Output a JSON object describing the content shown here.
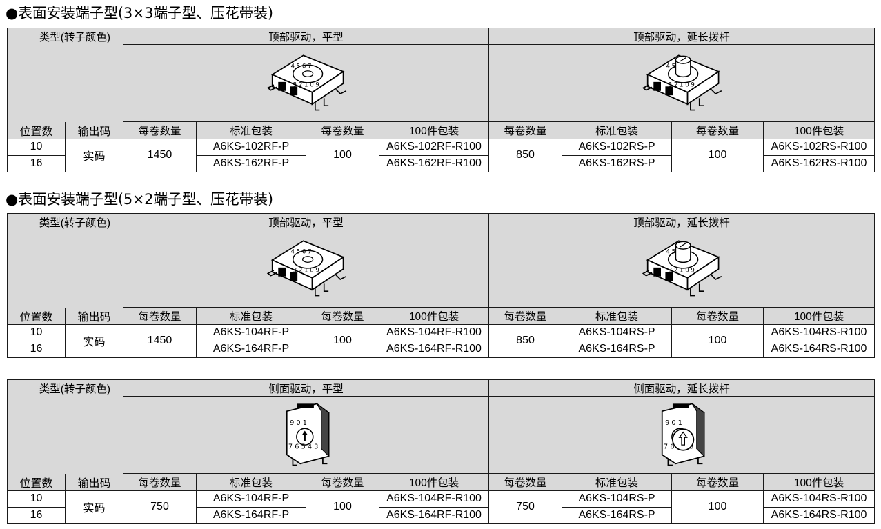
{
  "sections": [
    {
      "title": "●表面安装端子型(3×3端子型、压花带装)",
      "type_label": "类型(转子颜色)",
      "group_left": "顶部驱动，平型",
      "group_right": "顶部驱动，延长拨杆",
      "headers": [
        "位置数",
        "输出码",
        "每卷数量",
        "标准包装",
        "每卷数量",
        "100件包装",
        "每卷数量",
        "标准包装",
        "每卷数量",
        "100件包装"
      ],
      "positions": [
        "10",
        "16"
      ],
      "output_code": "实码",
      "left_std_qty": "1450",
      "left_std_models": [
        "A6KS-102RF-P",
        "A6KS-162RF-P"
      ],
      "left_pack_qty": "100",
      "left_pack_models": [
        "A6KS-102RF-R100",
        "A6KS-162RF-R100"
      ],
      "right_std_qty": "850",
      "right_std_models": [
        "A6KS-102RS-P",
        "A6KS-162RS-P"
      ],
      "right_pack_qty": "100",
      "right_pack_models": [
        "A6KS-102RS-R100",
        "A6KS-162RS-R100"
      ],
      "img_left": "top-actuated-flat-3x3-switch",
      "img_right": "top-actuated-extended-knob-3x3-switch"
    },
    {
      "title": "●表面安装端子型(5×2端子型、压花带装)",
      "type_label": "类型(转子颜色)",
      "group_left": "顶部驱动，平型",
      "group_right": "顶部驱动，延长拨杆",
      "headers": [
        "位置数",
        "输出码",
        "每卷数量",
        "标准包装",
        "每卷数量",
        "100件包装",
        "每卷数量",
        "标准包装",
        "每卷数量",
        "100件包装"
      ],
      "positions": [
        "10",
        "16"
      ],
      "output_code": "实码",
      "left_std_qty": "1450",
      "left_std_models": [
        "A6KS-104RF-P",
        "A6KS-164RF-P"
      ],
      "left_pack_qty": "100",
      "left_pack_models": [
        "A6KS-104RF-R100",
        "A6KS-164RF-R100"
      ],
      "right_std_qty": "850",
      "right_std_models": [
        "A6KS-104RS-P",
        "A6KS-164RS-P"
      ],
      "right_pack_qty": "100",
      "right_pack_models": [
        "A6KS-104RS-R100",
        "A6KS-164RS-R100"
      ],
      "img_left": "top-actuated-flat-5x2-switch",
      "img_right": "top-actuated-extended-knob-5x2-switch"
    },
    {
      "title": "",
      "type_label": "类型(转子颜色)",
      "group_left": "侧面驱动，平型",
      "group_right": "侧面驱动，延长拨杆",
      "headers": [
        "位置数",
        "输出码",
        "每卷数量",
        "标准包装",
        "每卷数量",
        "100件包装",
        "每卷数量",
        "标准包装",
        "每卷数量",
        "100件包装"
      ],
      "positions": [
        "10",
        "16"
      ],
      "output_code": "实码",
      "left_std_qty": "750",
      "left_std_models": [
        "A6KS-104RF-P",
        "A6KS-164RF-P"
      ],
      "left_pack_qty": "100",
      "left_pack_models": [
        "A6KS-104RF-R100",
        "A6KS-164RF-R100"
      ],
      "right_std_qty": "750",
      "right_std_models": [
        "A6KS-104RS-P",
        "A6KS-164RS-P"
      ],
      "right_pack_qty": "100",
      "right_pack_models": [
        "A6KS-104RS-R100",
        "A6KS-164RS-R100"
      ],
      "img_left": "side-actuated-flat-switch",
      "img_right": "side-actuated-extended-knob-switch"
    }
  ],
  "colors": {
    "header_gray": "#d9d9d9",
    "border": "#1a1a1a"
  }
}
